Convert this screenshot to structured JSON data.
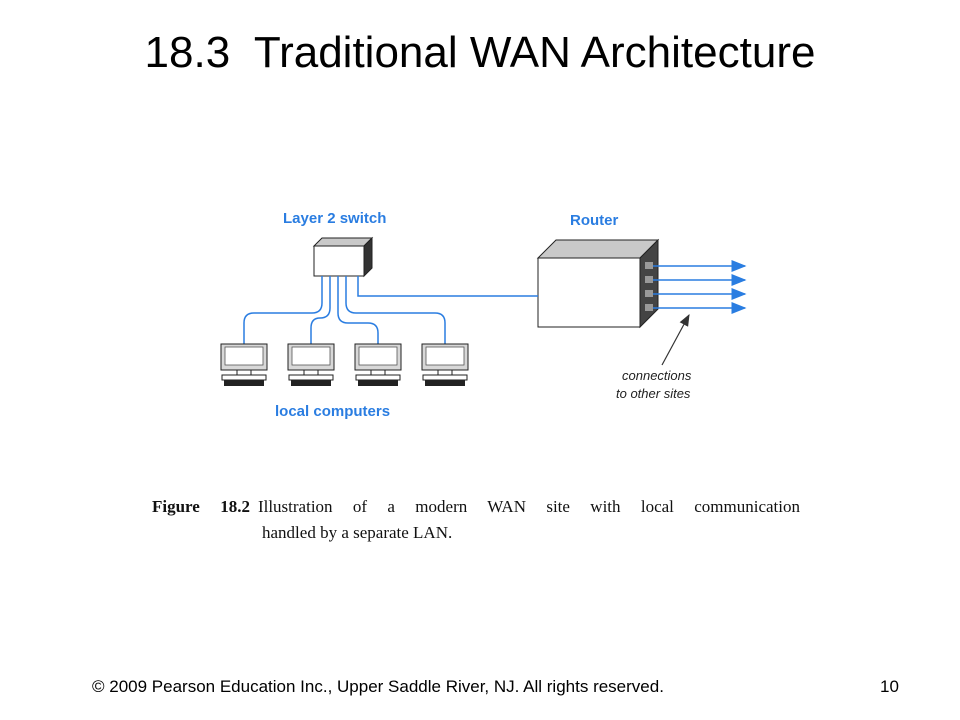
{
  "slide": {
    "title": "18.3  Traditional WAN Architecture"
  },
  "diagram": {
    "switch_label": "Layer 2 switch",
    "router_label": "Router",
    "computers_label": "local computers",
    "connections_label_line1": "connections",
    "connections_label_line2": "to other sites",
    "accent_color": "#2a7de1"
  },
  "caption": {
    "figure_label": "Figure 18.2",
    "line1": "Illustration of a modern WAN site with local communication",
    "line2": "handled by a separate LAN."
  },
  "footer": {
    "copyright": "© 2009 Pearson Education Inc., Upper Saddle River, NJ. All rights reserved.",
    "page_number": "10"
  }
}
